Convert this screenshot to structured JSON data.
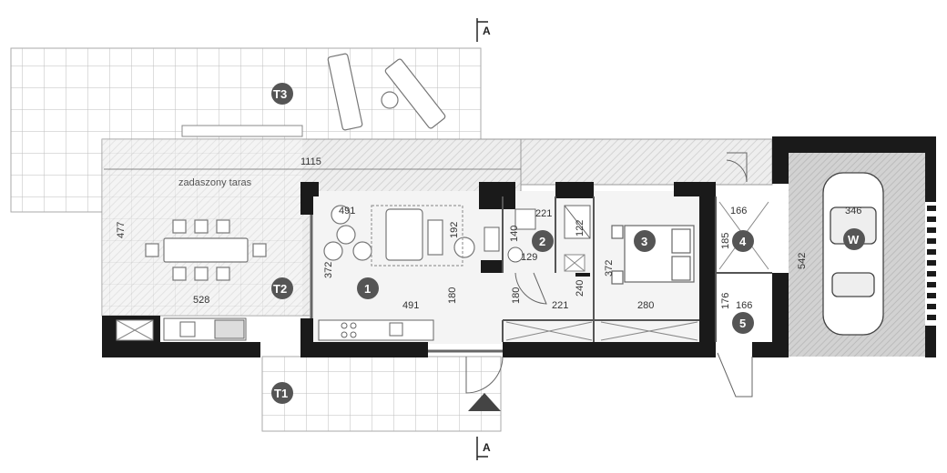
{
  "colors": {
    "wall": "#1a1a1a",
    "floor_hatch": "#e6e6e6",
    "terrace_grid": "#bdbdbd",
    "garage_floor": "#cfcfcf",
    "badge": "#555555"
  },
  "section_marks": {
    "top": "A",
    "bottom": "A"
  },
  "labels": {
    "covered_terrace": "zadaszony taras"
  },
  "rooms": {
    "t3": "T3",
    "t2": "T2",
    "t1": "T1",
    "r1": "1",
    "r2": "2",
    "r3": "3",
    "r4": "4",
    "r5": "5",
    "w": "W"
  },
  "dims": {
    "d1115": "1115",
    "d477": "477",
    "d528": "528",
    "d491a": "491",
    "d491b": "491",
    "d372a": "372",
    "d372b": "372",
    "d192": "192",
    "d180a": "180",
    "d180b": "180",
    "d221a": "221",
    "d221b": "221",
    "d140": "140",
    "d129": "129",
    "d122": "122",
    "d240": "240",
    "d280": "280",
    "d166a": "166",
    "d166b": "166",
    "d185": "185",
    "d176": "176",
    "d346": "346",
    "d542": "542"
  },
  "icons": {
    "sun_loungers": "sun-lounger-icon",
    "dining": "dining-table-icon",
    "sofa": "sofa-icon",
    "bed": "bed-icon",
    "car": "car-icon",
    "entrance": "entrance-arrow-icon"
  }
}
